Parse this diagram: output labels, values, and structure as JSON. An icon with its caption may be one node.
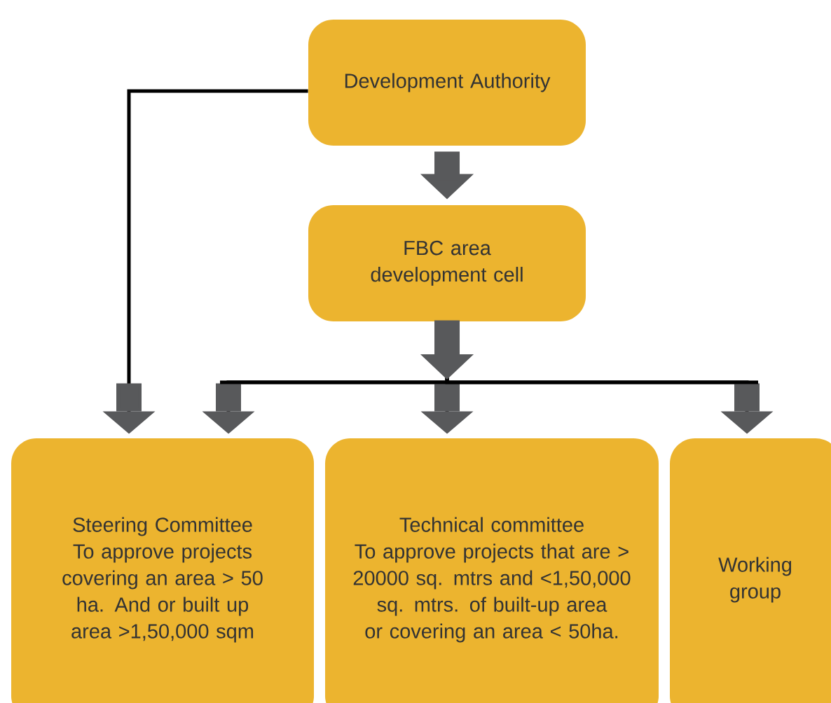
{
  "diagram": {
    "nodes": [
      {
        "text": [
          "Development Authority"
        ]
      },
      {
        "text": [
          "FBC area development cell"
        ]
      },
      {
        "text": [
          "Steering Committee",
          "To approve projects covering an area > 50 ha. And or built up area >1,50,000 sqm"
        ]
      },
      {
        "text": [
          "Technical committee",
          "To approve projects that are > 20000 sq. mtrs and <1,50,000 sq. mtrs. of built-up area or covering an area < 50ha."
        ]
      },
      {
        "text": [
          "Working group"
        ]
      }
    ],
    "edges": [
      {
        "from": 0,
        "to": 1,
        "arrow": "to",
        "style": "thick",
        "color": "#58595b"
      },
      {
        "from": 0,
        "to": 2,
        "arrow": "to"
      },
      {
        "from": 1,
        "to": 2,
        "arrow": "to"
      },
      {
        "from": 1,
        "to": 3,
        "arrow": "to"
      },
      {
        "from": 1,
        "to": 4,
        "arrow": "to"
      }
    ]
  }
}
